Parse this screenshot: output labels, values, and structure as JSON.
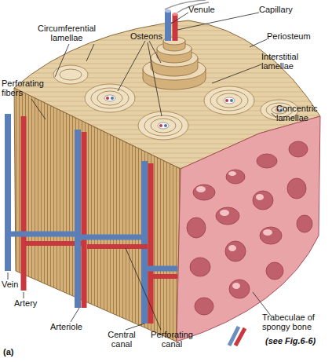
{
  "diagram": {
    "labels": [
      "Venule",
      "Capillary",
      "Periosteum",
      "Circumferential lamellae",
      "Osteons",
      "Interstitial lamellae",
      "Perforating fibers",
      "Concentric lamellae",
      "Vein",
      "Artery",
      "Arteriole",
      "Central canal",
      "Perforating canal",
      "Trabeculae of spongy bone",
      "(see Fig.6-6)",
      "(a)"
    ]
  }
}
